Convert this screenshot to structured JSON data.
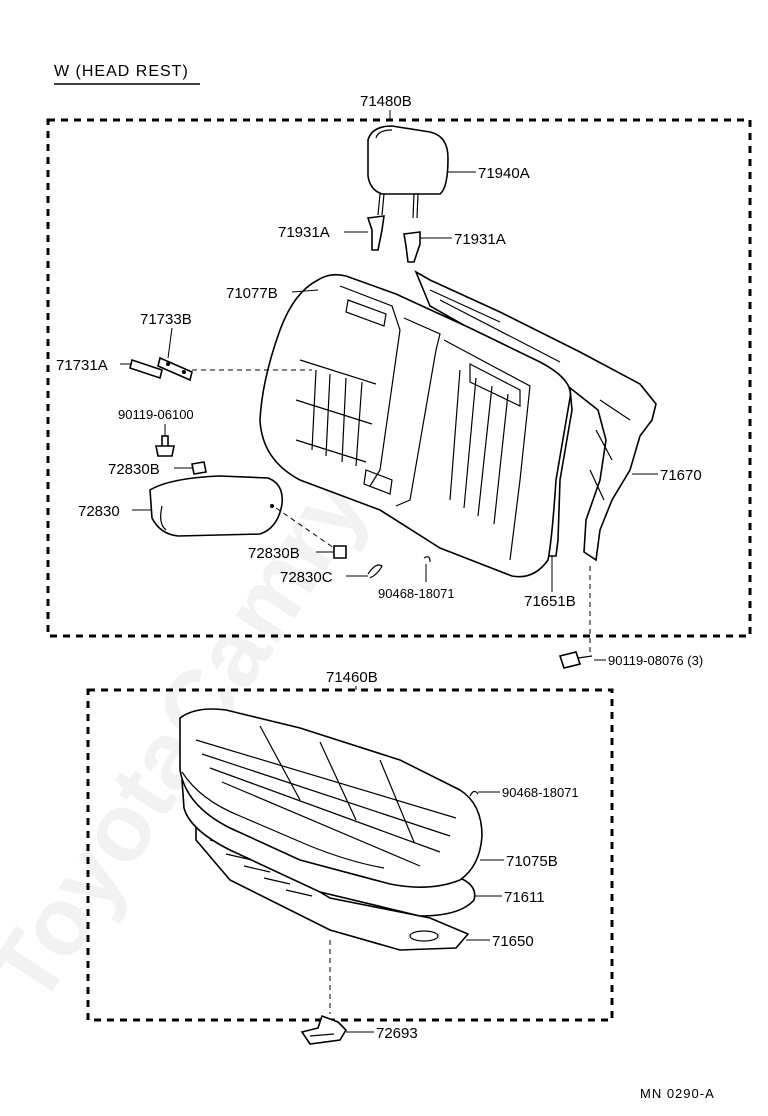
{
  "watermark": "ToyotaCamry.ru",
  "section_title": "W (HEAD REST)",
  "reference_code": "MN  0290-A",
  "parts": {
    "seatback_assy": "71480B",
    "headrest": "71940A",
    "headrest_support_left": "71931A",
    "headrest_support_right": "71931A",
    "seatback_cover": "71077B",
    "bracket_upper": "71733B",
    "bracket_lower": "71731A",
    "bolt_armrest": "90119-06100",
    "bushing_upper": "72830B",
    "armrest": "72830",
    "bushing_lower": "72830B",
    "armrest_clip": "72830C",
    "clip_seatback": "90468-18071",
    "seatback_frame": "71651B",
    "seatback_board": "71670",
    "bolt_seatback": "90119-08076 (3)",
    "cushion_assy": "71460B",
    "clip_cushion": "90468-18071",
    "cushion_cover": "71075B",
    "cushion_pad": "71611",
    "cushion_board": "71650",
    "cushion_hook": "72693"
  }
}
